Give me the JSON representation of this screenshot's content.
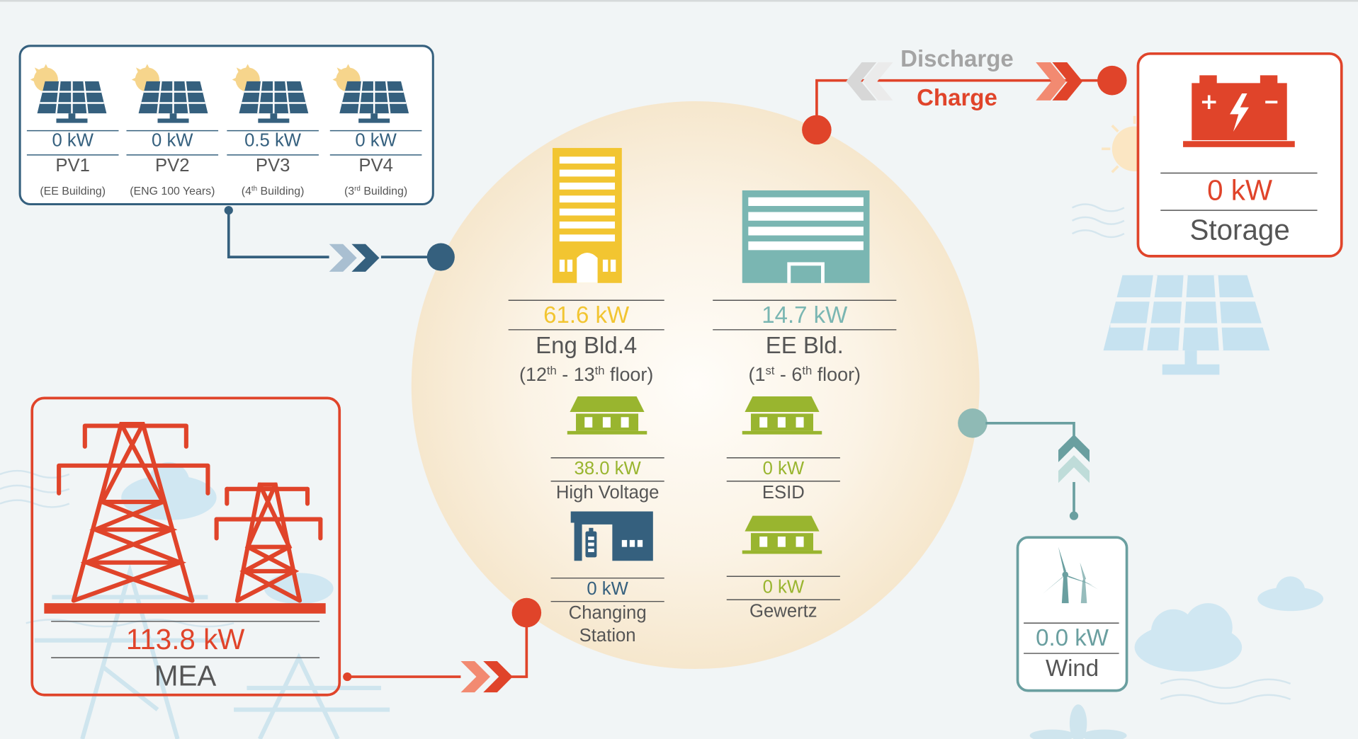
{
  "pv": {
    "panels": [
      {
        "value": "0 kW",
        "name": "PV1",
        "sub": "(EE Building)"
      },
      {
        "value": "0 kW",
        "name": "PV2",
        "sub": "(ENG 100 Years)"
      },
      {
        "value": "0.5 kW",
        "name": "PV3",
        "sub_pre": "(4",
        "sub_sup": "th",
        "sub_post": " Building)"
      },
      {
        "value": "0 kW",
        "name": "PV4",
        "sub_pre": "(3",
        "sub_sup": "rd",
        "sub_post": " Building)"
      }
    ]
  },
  "storage": {
    "value": "0 kW",
    "label": "Storage"
  },
  "flow": {
    "discharge": "Discharge",
    "charge": "Charge"
  },
  "buildings": {
    "eng": {
      "value": "61.6 kW",
      "name": "Eng Bld.4",
      "f1": "(12",
      "s1": "th",
      "f2": " - 13",
      "s2": "th",
      "f3": " floor)"
    },
    "ee": {
      "value": "14.7 kW",
      "name": "EE Bld.",
      "f1": "(1",
      "s1": "st",
      "f2": " - 6",
      "s2": "th",
      "f3": " floor)"
    }
  },
  "loads": {
    "high_voltage": {
      "value": "38.0 kW",
      "label": "High Voltage"
    },
    "esid": {
      "value": "0 kW",
      "label": "ESID"
    },
    "changing": {
      "value": "0 kW",
      "label1": "Changing",
      "label2": "Station"
    },
    "gewertz": {
      "value": "0 kW",
      "label": "Gewertz"
    }
  },
  "mea": {
    "value": "113.8 kW",
    "label": "MEA"
  },
  "wind": {
    "value": "0.0 kW",
    "label": "Wind"
  },
  "colors": {
    "pv": "#35607e",
    "grid": "#e0442a",
    "wind": "#6a9fa0",
    "eng": "#f2c531",
    "ee": "#7ab6b2",
    "load": "#99b52f"
  }
}
